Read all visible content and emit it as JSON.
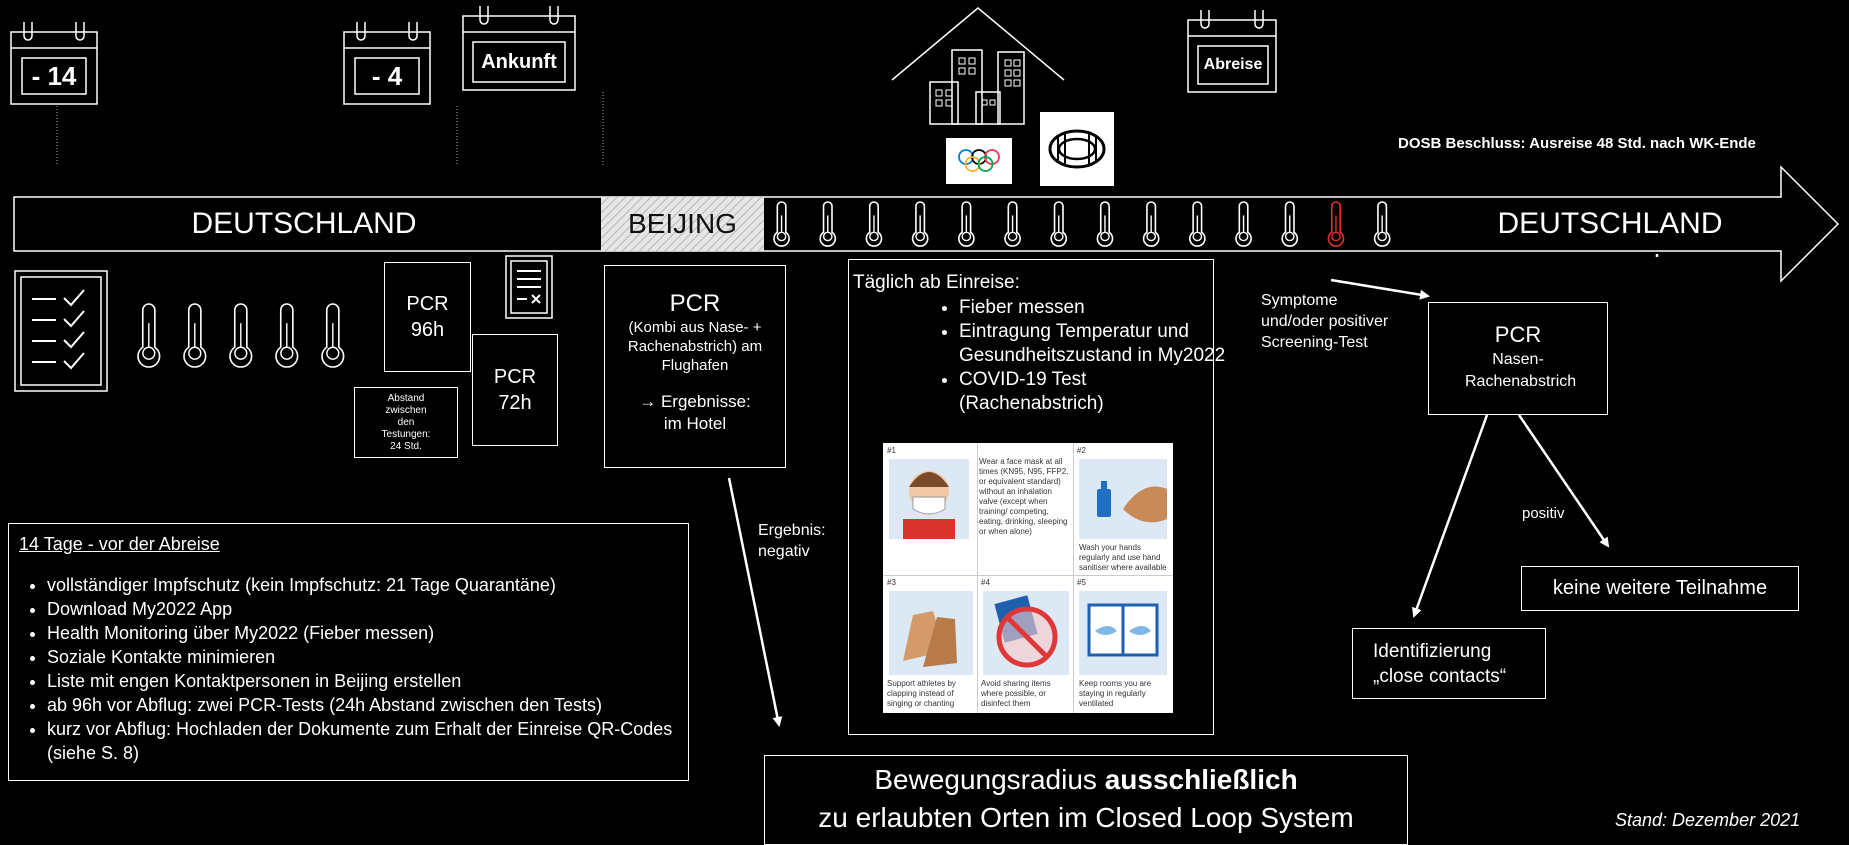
{
  "calendars": {
    "minus14": "- 14",
    "minus4": "- 4",
    "arrival": "Ankunft",
    "departure": "Abreise"
  },
  "timeline": {
    "left_label": "DEUTSCHLAND",
    "beijing_label": "BEIJING",
    "right_label": "DEUTSCHLAND",
    "dosb_note": "DOSB Beschluss: Ausreise 48 Std. nach WK-Ende",
    "thermometer_count": 14,
    "fever_index": 12,
    "fever_color": "#e03030"
  },
  "pre_departure": {
    "pcr96": "PCR 96h",
    "pcr72": "PCR 72h",
    "gap_note": "Abstand zwischen den Testungen: 24 Std.",
    "thermometer_count": 5
  },
  "airport_pcr": {
    "title": "PCR",
    "detail": "(Kombi aus Nase- + Rachenabstrich) am Flughafen",
    "result": "→ Ergebnisse: im Hotel"
  },
  "result_label": "Ergebnis: negativ",
  "daily": {
    "title": "Täglich ab Einreise:",
    "items": [
      "Fieber messen",
      "Eintragung Temperatur und Gesundheitszustand in My2022",
      "COVID-19 Test (Rachenabstrich)"
    ],
    "panel_text": {
      "p1_num": "#1",
      "p1": "Wear a face mask at all times (KN95, N95, FFP2, or equivalent standard) without an inhalation valve (except when training/ competing, eating, drinking, sleeping or when alone)",
      "p2_num": "#2",
      "p2": "Wash your hands regularly and use hand sanitiser where available",
      "p3_num": "#3",
      "p3": "Support athletes by clapping instead of singing or chanting",
      "p4_num": "#4",
      "p4": "Avoid sharing items where possible, or disinfect them",
      "p5_num": "#5",
      "p5": "Keep rooms you are staying in regularly ventilated"
    }
  },
  "symptoms": {
    "trigger": "Symptome und/oder positiver Screening-Test",
    "pcr_title": "PCR",
    "pcr_detail": "Nasen-Rachenabstrich",
    "positive_label": "positiv",
    "no_participation": "keine weitere Teilnahme",
    "close_contacts_1": "Identifizierung",
    "close_contacts_2": "„close contacts“"
  },
  "notes": {
    "title": "14 Tage - vor der Abreise",
    "items": [
      "vollständiger Impfschutz (kein Impfschutz: 21 Tage Quarantäne)",
      "Download My2022 App",
      "Health Monitoring über My2022 (Fieber messen)",
      "Soziale Kontakte minimieren",
      "Liste mit engen Kontaktpersonen in Beijing erstellen",
      "ab 96h vor Abflug: zwei PCR-Tests (24h Abstand zwischen den Tests)",
      "kurz vor Abflug: Hochladen der Dokumente zum Erhalt der Einreise QR-Codes (siehe S. 8)"
    ]
  },
  "movement": {
    "text_pre": "Bewegungsradius ",
    "text_bold": "ausschließlich",
    "text_line2": "zu erlaubten Orten im Closed Loop System"
  },
  "footer": "Stand: Dezember 2021"
}
